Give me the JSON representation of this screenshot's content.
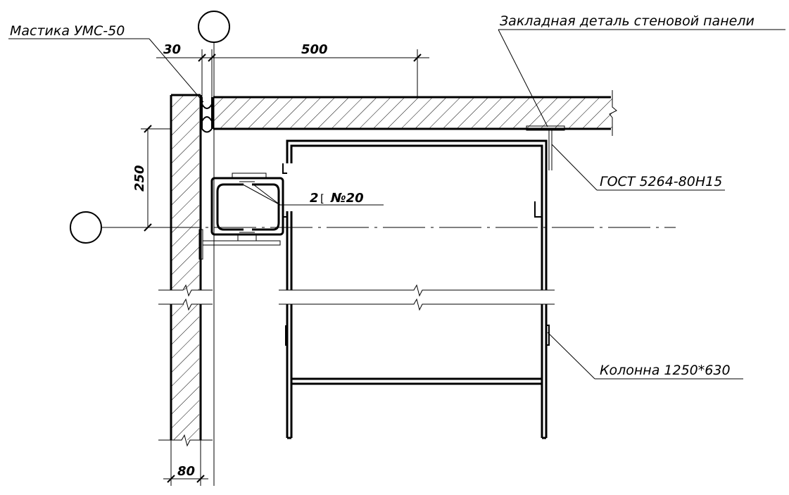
{
  "labels": {
    "mastic": "Мастика УМС-50",
    "embedded_part": "Закладная деталь стеновой панели",
    "gost": "ГОСТ 5264-80Н15",
    "channel_prefix": "2",
    "channel_symbol": "[",
    "channel": "№20",
    "column": "Колонна 1250*630"
  },
  "dimensions": {
    "d30": "30",
    "d500": "500",
    "d250": "250",
    "d80": "80"
  },
  "colors": {
    "ink": "#000000",
    "paper": "#ffffff"
  }
}
